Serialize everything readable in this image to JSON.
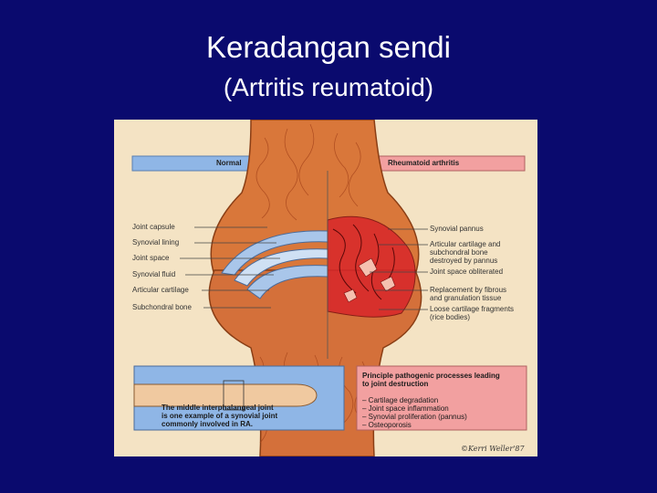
{
  "slide": {
    "title_line1": "Keradangan sendi",
    "title_line2": "(Artritis reumatoid)"
  },
  "figure": {
    "header_left": "Normal",
    "header_right": "Rheumatoid arthritis",
    "left_labels": [
      "Joint capsule",
      "Synovial lining",
      "Joint space",
      "Synovial fluid",
      "Articular cartilage",
      "Subchondral bone"
    ],
    "right_labels": [
      "Synovial pannus",
      "Articular cartilage and",
      "subchondral bone",
      "destroyed by pannus",
      "Joint space obliterated",
      "Replacement by fibrous",
      "and granulation tissue",
      "Loose cartilage fragments",
      "(rice bodies)"
    ],
    "inset_caption": [
      "The middle interphalangeal joint",
      "is one example of a synovial joint",
      "commonly involved in RA."
    ],
    "process_title": [
      "Principle pathogenic processes leading",
      "to joint destruction"
    ],
    "process_items": [
      "– Cartilage degradation",
      "– Joint space inflammation",
      "– Synovial proliferation (pannus)",
      "– Osteoporosis"
    ],
    "signature": "©Kerri Weller'87",
    "colors": {
      "background": "#0a0a6e",
      "bone": "#d9773a",
      "cartilage": "#a9c6ea",
      "header_blue": "#8fb6e6",
      "header_red": "#f2a0a0",
      "pannus": "#d8262a"
    }
  }
}
